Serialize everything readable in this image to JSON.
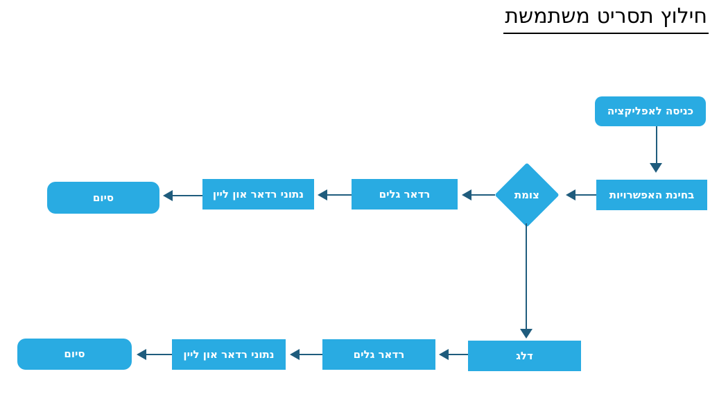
{
  "title": "חילוץ תסריט משתמשת",
  "colors": {
    "node_fill": "#29abe2",
    "arrow": "#1f5c7d",
    "node_text": "#ffffff",
    "title_color": "#000000",
    "background": "#ffffff"
  },
  "nodes": {
    "start": {
      "label": "כניסה לאפליקציה",
      "shape": "rounded-rect"
    },
    "options": {
      "label": "בחינת האפשרויות",
      "shape": "rect"
    },
    "junction": {
      "label": "צומת",
      "shape": "diamond"
    },
    "radar_top": {
      "label": "רדאר גלים",
      "shape": "rect"
    },
    "data_top": {
      "label": "נתוני רדאר און ליין",
      "shape": "rect"
    },
    "end_top": {
      "label": "סיום",
      "shape": "rounded-rect"
    },
    "skip": {
      "label": "דלג",
      "shape": "rect"
    },
    "radar_bottom": {
      "label": "רדאר גלים",
      "shape": "rect"
    },
    "data_bottom": {
      "label": "נתוני רדאר און ליין",
      "shape": "rect"
    },
    "end_bottom": {
      "label": "סיום",
      "shape": "rounded-rect"
    }
  },
  "edges": [
    {
      "from": "start",
      "to": "options"
    },
    {
      "from": "options",
      "to": "junction"
    },
    {
      "from": "junction",
      "to": "radar_top"
    },
    {
      "from": "radar_top",
      "to": "data_top"
    },
    {
      "from": "data_top",
      "to": "end_top"
    },
    {
      "from": "junction",
      "to": "skip"
    },
    {
      "from": "skip",
      "to": "radar_bottom"
    },
    {
      "from": "radar_bottom",
      "to": "data_bottom"
    },
    {
      "from": "data_bottom",
      "to": "end_bottom"
    }
  ]
}
